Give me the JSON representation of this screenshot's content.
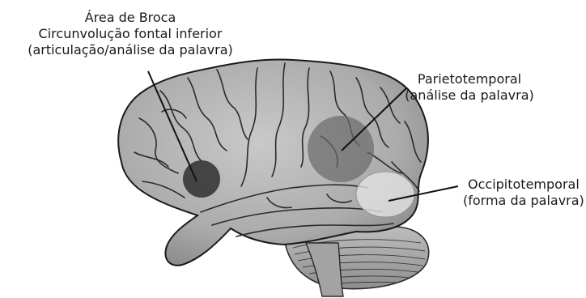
{
  "regions": {
    "broca": {
      "line1": "Área de Broca",
      "line2": "Circunvolução fontal inferior",
      "line3": "(articulação/análise da palavra)"
    },
    "parietotemporal": {
      "line1": "Parietotemporal",
      "line2": "(análise da palavra)"
    },
    "occipitotemporal": {
      "line1": "Occipitotemporal",
      "line2": "(forma da palavra)"
    }
  },
  "colors": {
    "brain_fill": "#b7b7b7",
    "sulci": "#2a2a2a",
    "broca_area": "#3a3a3a",
    "parieto_area": "#6a6a6a",
    "occipito_area": "#d8d8d8"
  }
}
